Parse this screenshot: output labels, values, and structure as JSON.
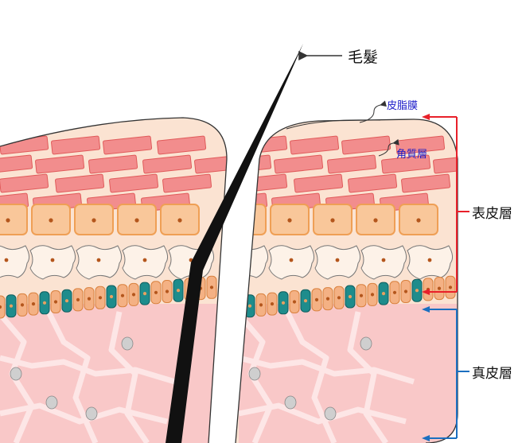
{
  "labels": {
    "hair": "毛髮",
    "sebum_film": "皮脂膜",
    "stratum_corneum": "角質層",
    "epidermis": "表皮層",
    "dermis": "真皮層"
  },
  "colors": {
    "epidermis_bracket": "#e8202a",
    "dermis_bracket": "#1b6fc0",
    "small_label": "#1a1ac8",
    "skin_fill": "#fbe3d2",
    "corneum_cell": "#f28d8d",
    "granular_cell": "#f9c79a",
    "dermis_fill": "#f9c8c8",
    "basal_teal": "#1e8c8c",
    "hair": "#111111"
  },
  "icons": [
    "hair-shaft",
    "arrow-left-icon",
    "curved-pointer-arrow"
  ]
}
